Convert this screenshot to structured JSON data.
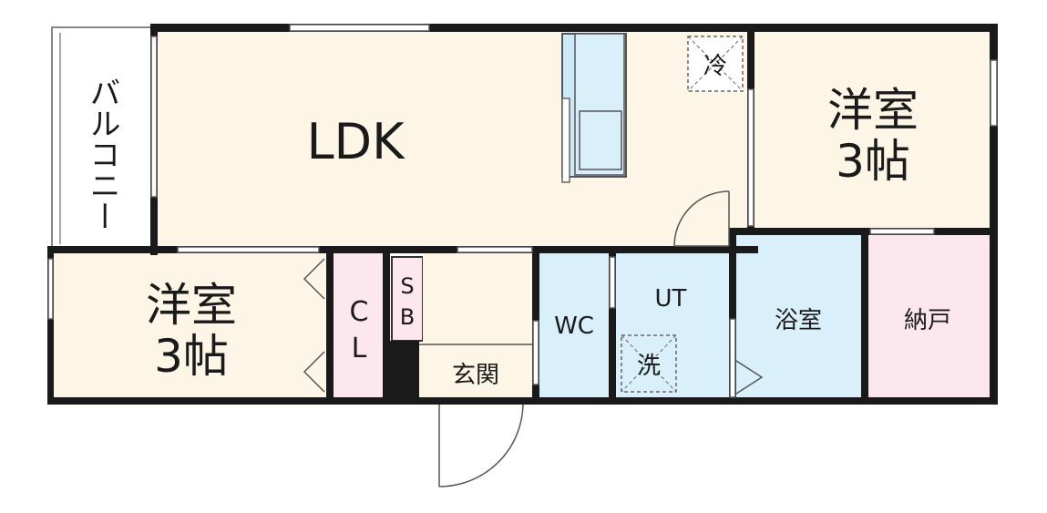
{
  "rooms": {
    "ldk": "LDK",
    "balcony": "バルコニー",
    "western_room_right": {
      "name": "洋室",
      "size": "3帖"
    },
    "western_room_left": {
      "name": "洋室",
      "size": "3帖"
    },
    "closet": {
      "line1": "C",
      "line2": "L"
    },
    "shoe_box": {
      "line1": "S",
      "line2": "B"
    },
    "entrance": "玄関",
    "toilet": "WC",
    "utility": "UT",
    "bathroom": "浴室",
    "storage": "納戸"
  },
  "fixtures": {
    "refrigerator": "冷",
    "washer": "洗"
  },
  "colors": {
    "wall": "#1a1a1a",
    "living": "#fdf5e6",
    "wet": "#d9f0fb",
    "closet": "#fde7ef",
    "balcony": "#ffffff"
  }
}
